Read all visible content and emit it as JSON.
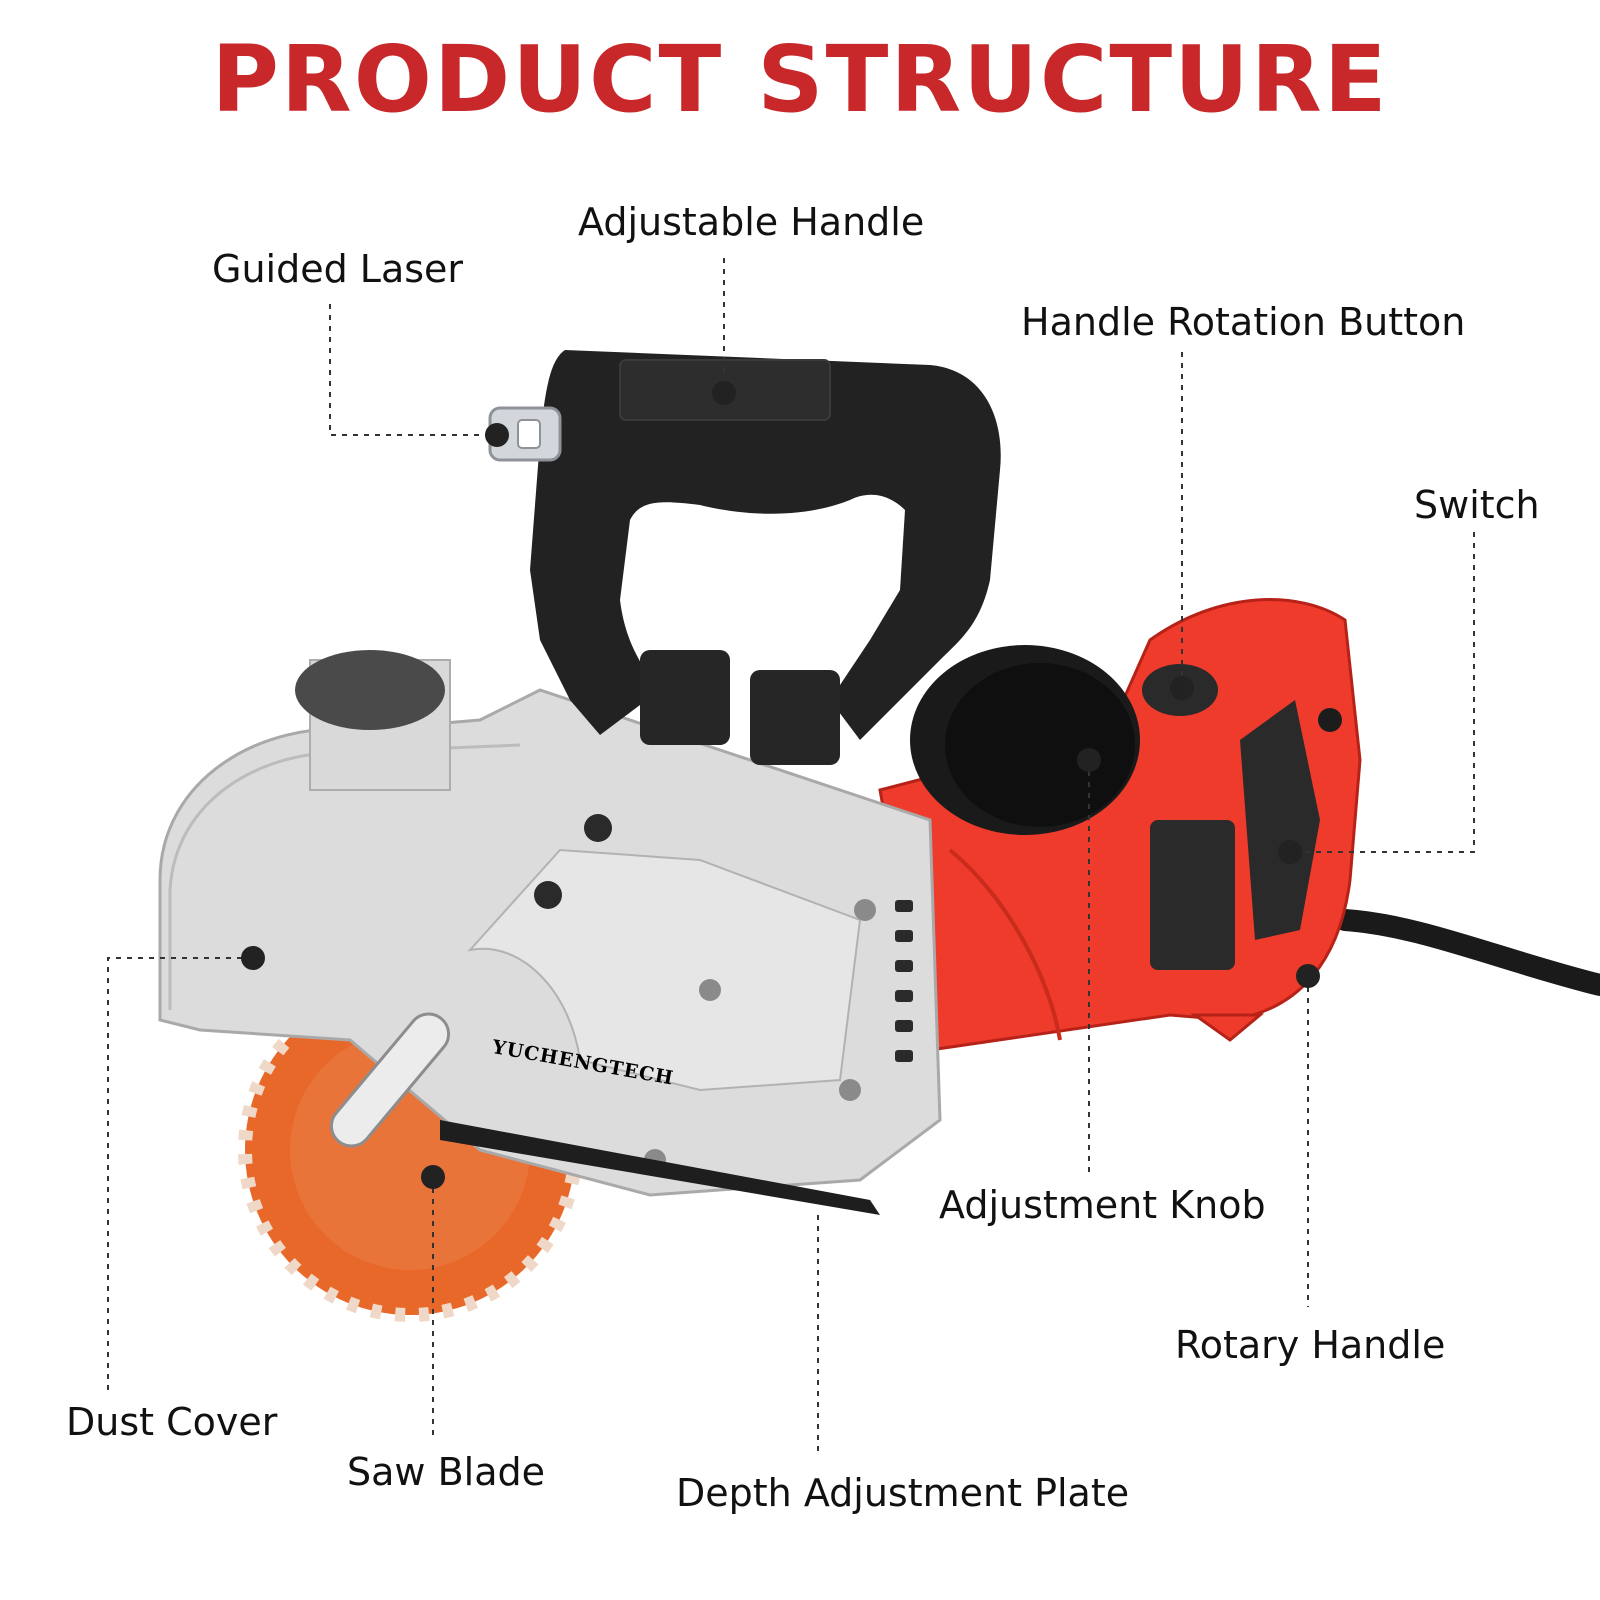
{
  "title": "PRODUCT STRUCTURE",
  "brand": "YUCHENGTECH",
  "labels": {
    "adjustable_handle": "Adjustable Handle",
    "guided_laser": "Guided Laser",
    "handle_rotation_button": "Handle Rotation Button",
    "switch": "Switch",
    "dust_cover": "Dust Cover",
    "saw_blade": "Saw Blade",
    "depth_adjustment_plate": "Depth Adjustment Plate",
    "adjustment_knob": "Adjustment Knob",
    "rotary_handle": "Rotary Handle"
  },
  "colors": {
    "title": "#c8282a",
    "body_red": "#ee3b2b",
    "housing_grey": "#dcdcdc",
    "handle_black": "#222222",
    "blade_orange": "#e8682a"
  }
}
